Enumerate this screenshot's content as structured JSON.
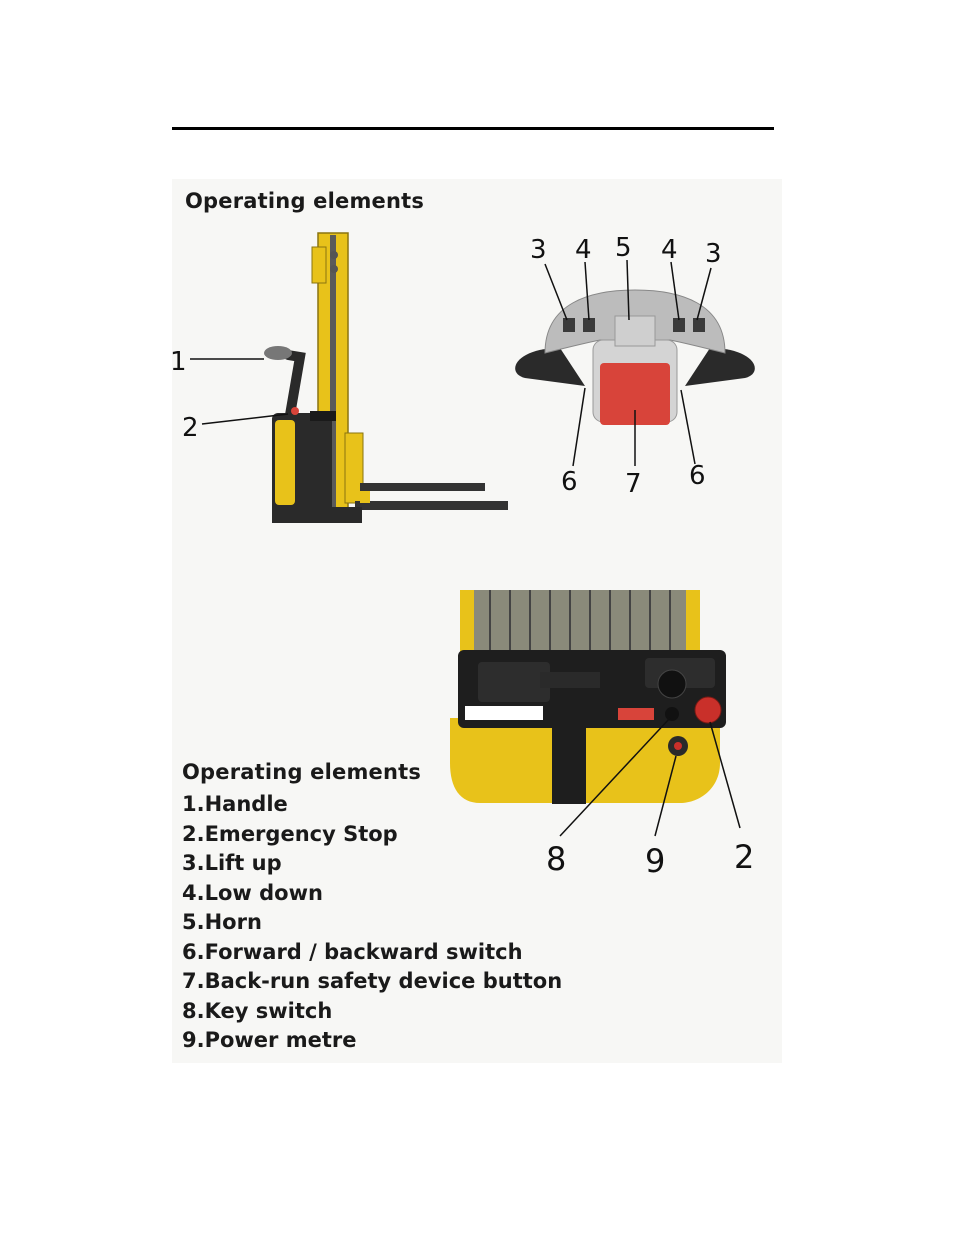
{
  "heading_top": "Operating elements",
  "heading_bottom": "Operating elements",
  "legend": [
    "1.Handle",
    "2.Emergency Stop",
    "3.Lift up",
    "4.Low down",
    "5.Horn",
    "6.Forward / backward switch",
    "7.Back-run safety device button",
    "8.Key switch",
    "9.Power metre"
  ],
  "callouts": {
    "truck": [
      "1",
      "2"
    ],
    "tiller": [
      "3",
      "4",
      "5",
      "4",
      "3",
      "6",
      "7",
      "6"
    ],
    "console": [
      "8",
      "9",
      "2"
    ]
  },
  "colors": {
    "body_yellow": "#e8c21a",
    "dark": "#2a2a2a",
    "safety_red": "#d8443a"
  }
}
